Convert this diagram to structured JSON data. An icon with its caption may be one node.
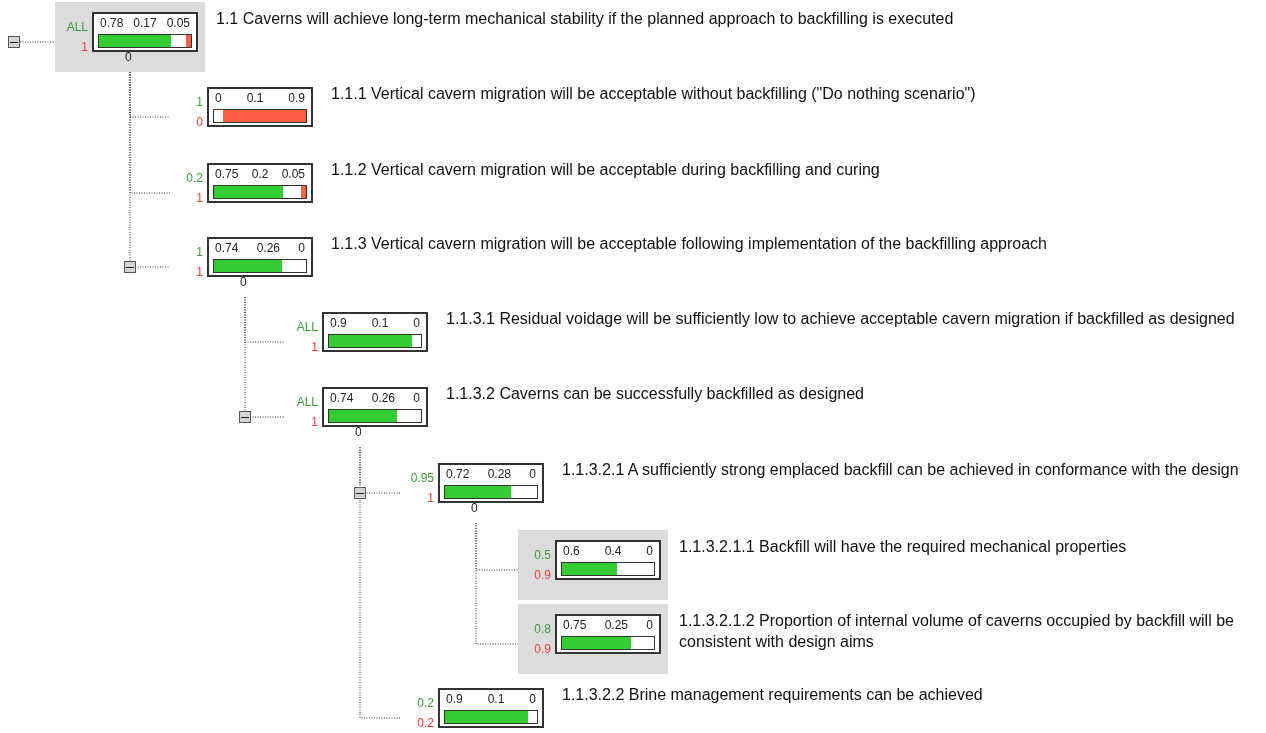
{
  "diagram": {
    "nodes": [
      {
        "text": [],
        "shape": "box"
      },
      {
        "text": [
          "0.78",
          "0.17",
          "0.05"
        ],
        "beside": [
          "ALL",
          "1",
          "1.1 Caverns will achieve long-term mechanical stability if the planned approach to backfilling is executed",
          "0"
        ],
        "in": 0
      },
      {
        "text": [
          "0",
          "0.1",
          "0.9"
        ],
        "beside": [
          "1",
          "0",
          "1.1.1 Vertical cavern migration will be acceptable without backfilling (\"Do nothing scenario\")"
        ]
      },
      {
        "text": [
          "0.75",
          "0.2",
          "0.05"
        ],
        "beside": [
          "0.2",
          "1",
          "1.1.2 Vertical cavern migration will be acceptable during backfilling and curing"
        ]
      },
      {
        "text": [
          "0.74",
          "0.26",
          "0"
        ],
        "beside": [
          "1",
          "1",
          "1.1.3 Vertical cavern migration will be acceptable following implementation of the backfilling approach",
          "0"
        ]
      },
      {
        "text": [
          "0.9",
          "0.1",
          "0"
        ],
        "beside": [
          "ALL",
          "1",
          "1.1.3.1 Residual voidage will be sufficiently low to achieve acceptable cavern migration if backfilled as designed"
        ]
      },
      {
        "text": [
          "0.74",
          "0.26",
          "0"
        ],
        "beside": [
          "ALL",
          "1",
          "1.1.3.2 Caverns can be successfully backfilled as designed",
          "0"
        ]
      },
      {
        "text": [
          "0.72",
          "0.28",
          "0"
        ],
        "beside": [
          "0.95",
          "1",
          "1.1.3.2.1 A sufficiently strong emplaced backfill can be achieved in conformance with the design",
          "0"
        ]
      },
      {
        "text": [],
        "shape": "box"
      },
      {
        "text": [
          "0.6",
          "0.4",
          "0"
        ],
        "beside": [
          "0.5",
          "0.9",
          "1.1.3.2.1.1 Backfill will have the required mechanical properties"
        ],
        "in": 8
      },
      {
        "text": [],
        "shape": "box"
      },
      {
        "text": [
          "0.75",
          "0.25",
          "0"
        ],
        "beside": [
          "0.8",
          "0.9",
          "1.1.3.2.1.2 Proportion of internal volume of caverns occupied by backfill will be consistent with design aims"
        ],
        "in": 10
      },
      {
        "text": [
          "0.9",
          "0.1",
          "0"
        ],
        "beside": [
          "0.2",
          "0.2",
          "1.1.3.2.2 Brine management requirements can be achieved"
        ]
      }
    ],
    "edges": [
      {
        "from": 1,
        "to": 2,
        "arrow": "none"
      },
      {
        "from": 1,
        "to": 3,
        "arrow": "none"
      },
      {
        "from": 1,
        "to": 4,
        "arrow": "none"
      },
      {
        "from": 4,
        "to": 5,
        "arrow": "none"
      },
      {
        "from": 4,
        "to": 6,
        "arrow": "none"
      },
      {
        "from": 6,
        "to": 7,
        "arrow": "none"
      },
      {
        "from": 6,
        "to": 12,
        "arrow": "none"
      },
      {
        "from": 7,
        "to": 9,
        "arrow": "none"
      },
      {
        "from": 7,
        "to": 11,
        "arrow": "none"
      }
    ]
  }
}
